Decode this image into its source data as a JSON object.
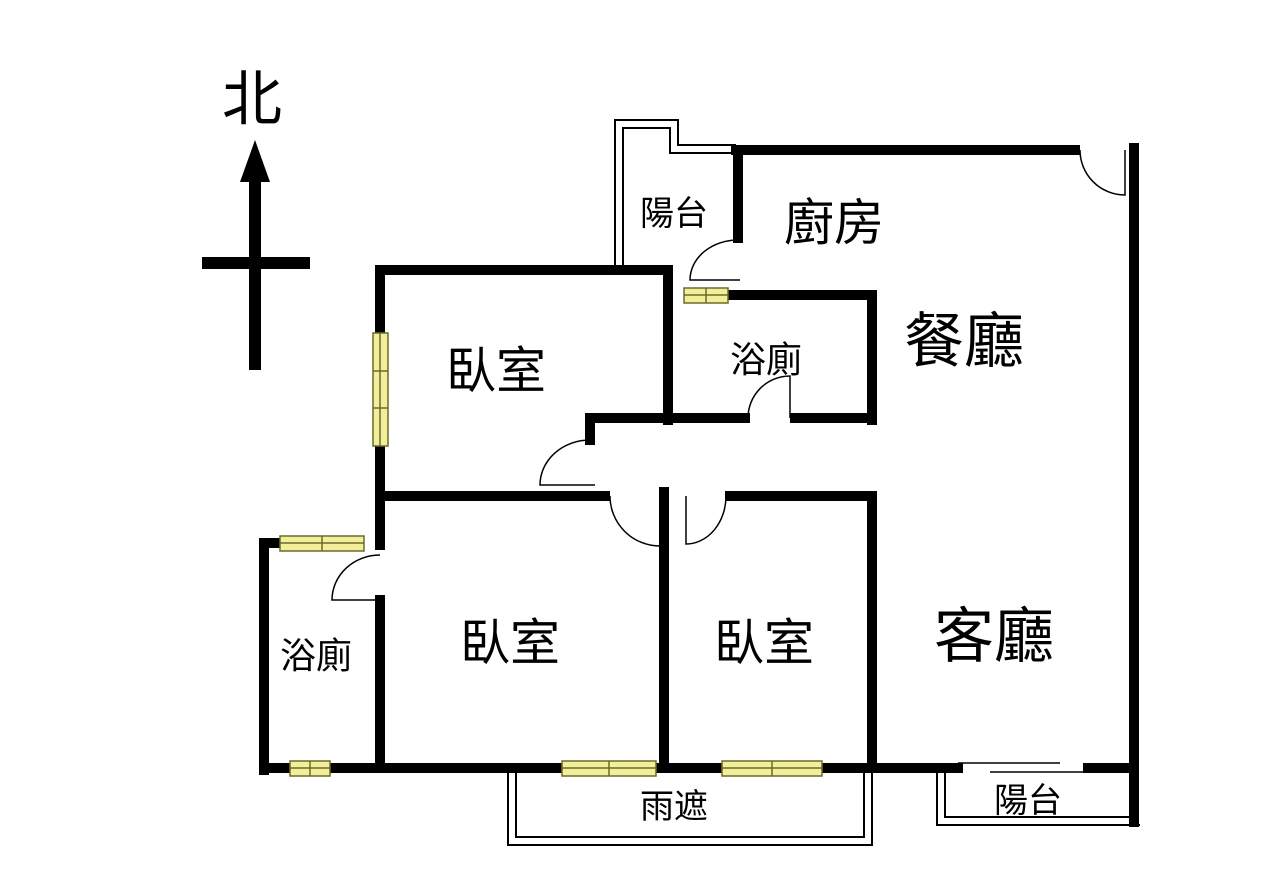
{
  "compass": {
    "label": "北"
  },
  "rooms": {
    "balcony_north": "陽台",
    "kitchen": "廚房",
    "dining_room": "餐廳",
    "bedroom_north": "臥室",
    "bathroom_master": "浴廁",
    "bathroom_west": "浴廁",
    "bedroom_southwest": "臥室",
    "bedroom_southeast": "臥室",
    "living_room": "客廳",
    "canopy": "雨遮",
    "balcony_south": "陽台"
  },
  "colors": {
    "wall": "#000000",
    "window_fill": "#f2ee9a",
    "window_stroke": "#6b6b2a",
    "thin_line": "#000000"
  }
}
